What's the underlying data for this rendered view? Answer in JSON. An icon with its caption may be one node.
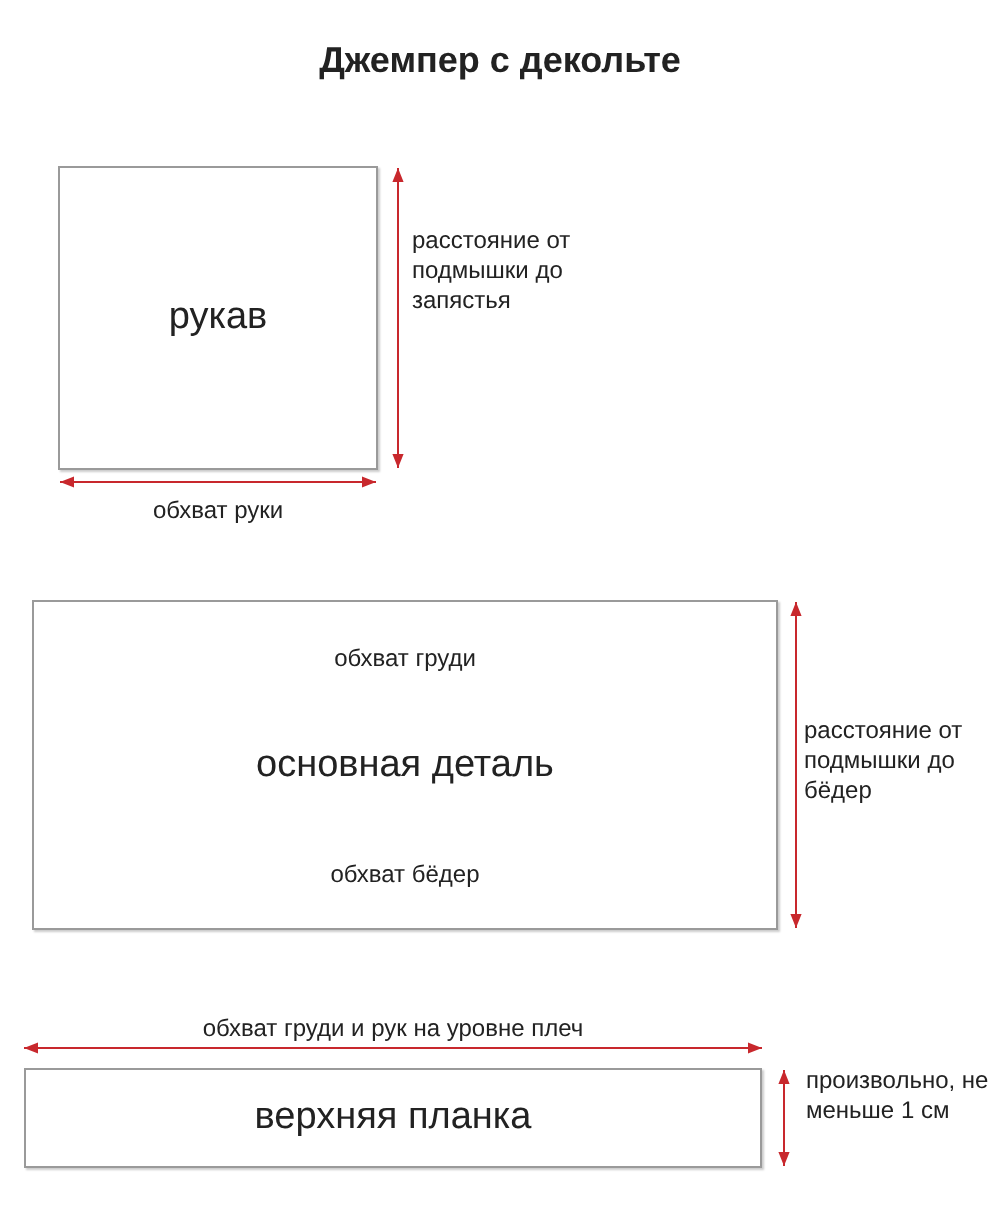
{
  "diagram": {
    "title": "Джемпер с декольте",
    "nodes": [
      {
        "text": [
          "рукав"
        ]
      },
      {
        "text": [
          "основная деталь"
        ]
      },
      {
        "text": [
          "верхняя планка"
        ]
      }
    ],
    "labels": [
      "расстояние от подмышки до запястья",
      "обхват руки",
      "обхват груди",
      "расстояние от подмышки до бёдер",
      "обхват бёдер",
      "обхват груди и рук на уровне плеч",
      "произвольно, не меньше 1 см"
    ]
  }
}
